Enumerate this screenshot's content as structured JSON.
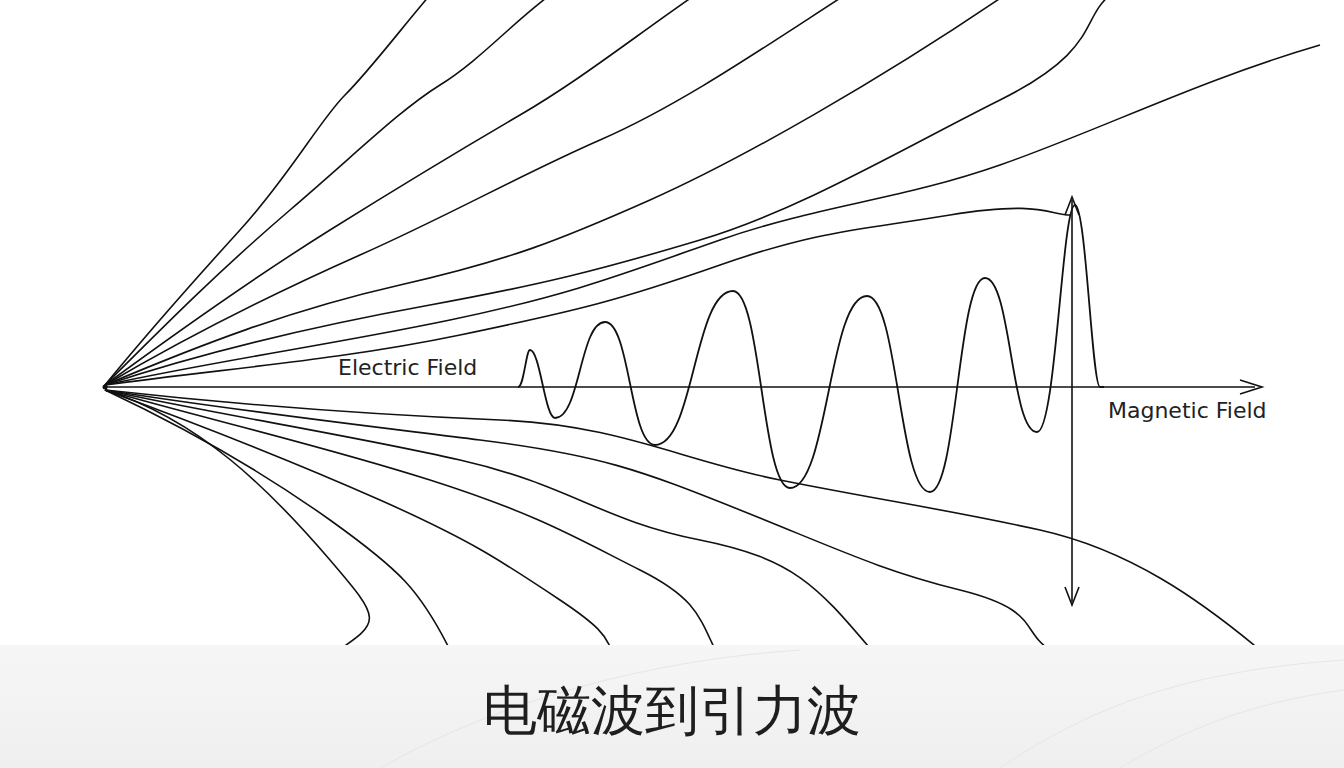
{
  "diagram": {
    "caption": "电磁波到引力波",
    "labels": [
      "Electric Field",
      "Magnetic Field"
    ]
  }
}
